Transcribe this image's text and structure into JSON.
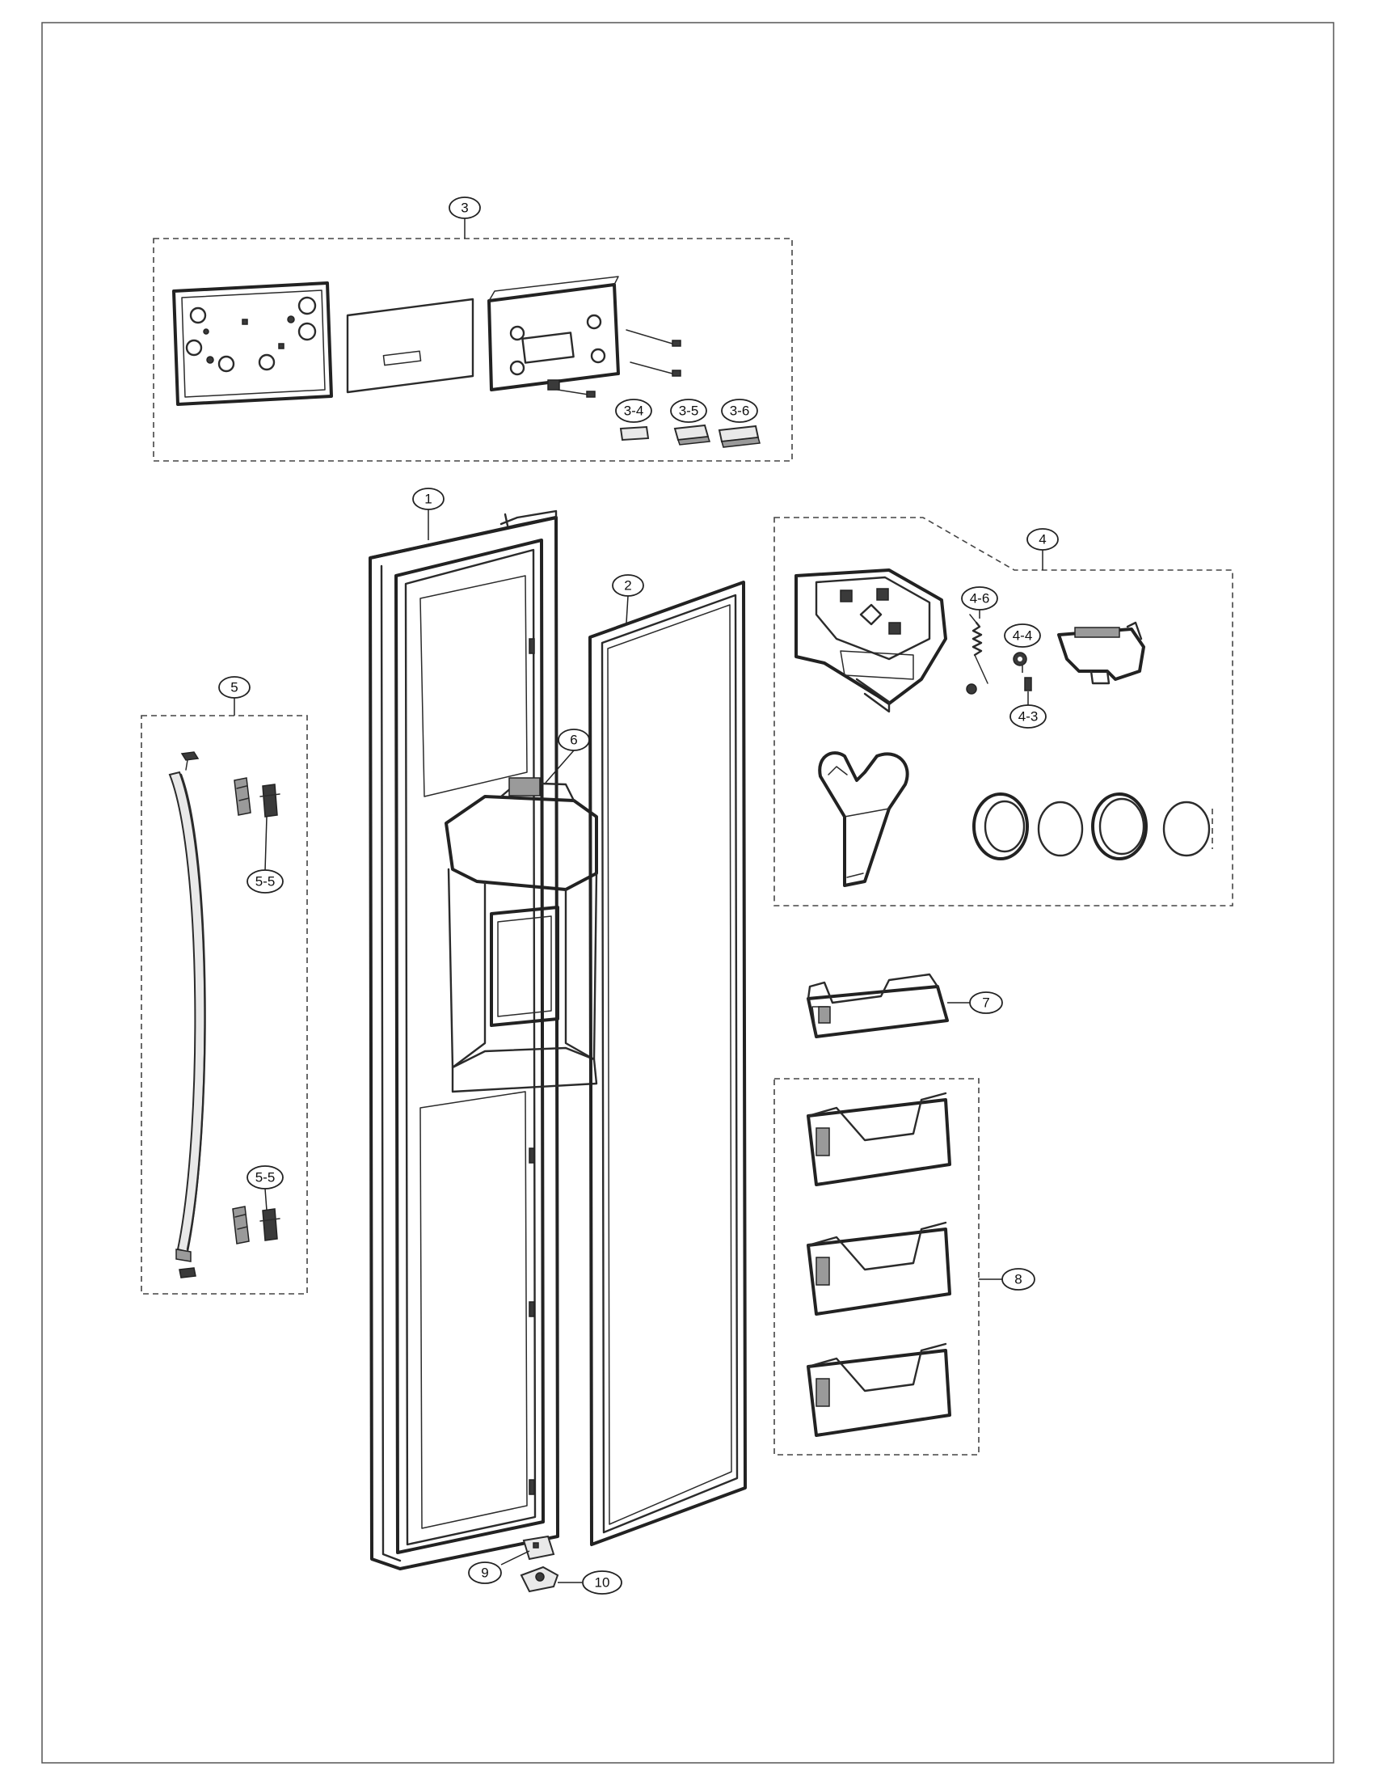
{
  "callouts": {
    "c1": "1",
    "c2": "2",
    "c3": "3",
    "c3_4": "3-4",
    "c3_5": "3-5",
    "c3_6": "3-6",
    "c4": "4",
    "c4_6": "4-6",
    "c4_4": "4-4",
    "c4_3": "4-3",
    "c5": "5",
    "c5_5_top": "5-5",
    "c5_5_bottom": "5-5",
    "c6": "6",
    "c7": "7",
    "c8": "8",
    "c9": "9",
    "c10": "10"
  }
}
